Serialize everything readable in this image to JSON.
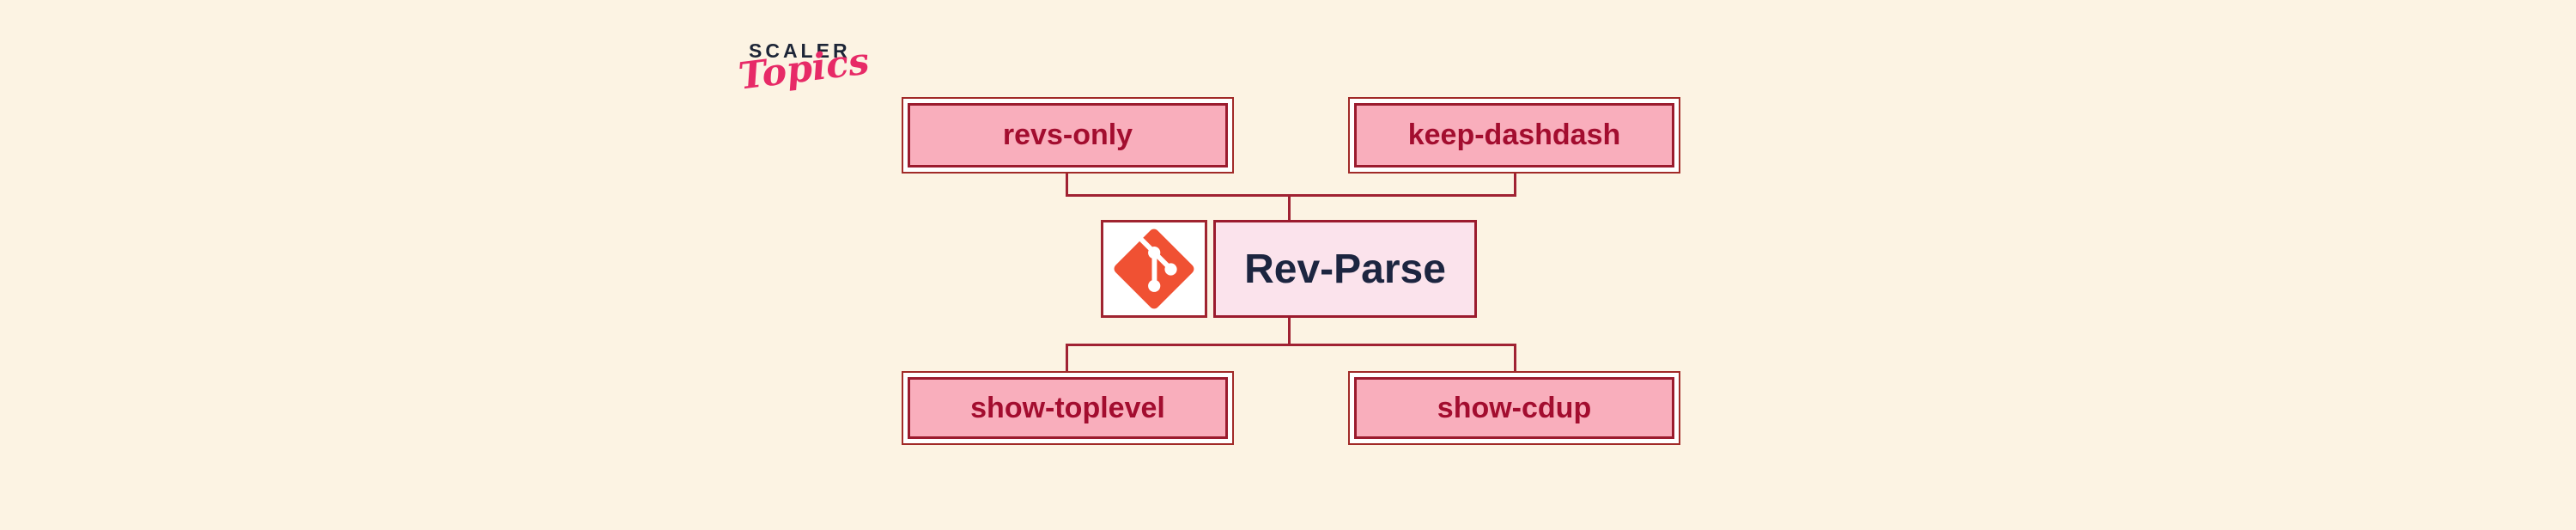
{
  "logo": {
    "brand": "SCALER",
    "sub": "Topics",
    "brand_color": "#1D2537",
    "sub_color": "#E72A67"
  },
  "diagram": {
    "center": {
      "label": "Rev-Parse",
      "icon": "git-icon",
      "fill": "#FBE3EC",
      "text_color": "#1C2540",
      "icon_color": "#F05133"
    },
    "options": [
      {
        "id": "revs-only",
        "label": "revs-only",
        "position": "top-left"
      },
      {
        "id": "keep-dashdash",
        "label": "keep-dashdash",
        "position": "top-right"
      },
      {
        "id": "show-toplevel",
        "label": "show-toplevel",
        "position": "bottom-left"
      },
      {
        "id": "show-cdup",
        "label": "show-cdup",
        "position": "bottom-right"
      }
    ],
    "colors": {
      "background": "#FCF3E3",
      "option_fill": "#F9AEBC",
      "option_text": "#A30D2F",
      "border": "#9B1B2E",
      "connector": "#A02233"
    }
  }
}
